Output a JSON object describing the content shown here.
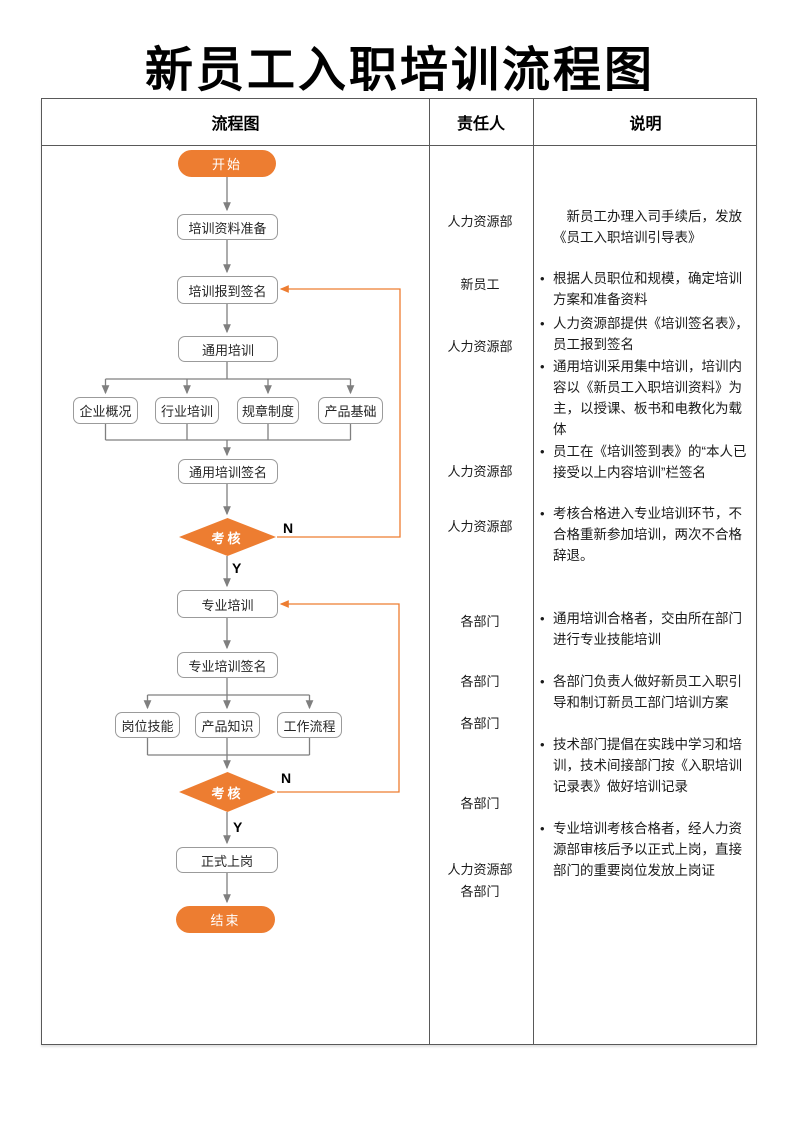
{
  "title": "新员工入职培训流程图",
  "colors": {
    "accent_orange": "#ED7D31",
    "connector_gray": "#7F7F7F",
    "box_border_gray": "#9B9B9B",
    "table_border": "#595959"
  },
  "table": {
    "headers": [
      "流程图",
      "责任人",
      "说明"
    ]
  },
  "flowchart": {
    "yes_label": "Y",
    "no_label": "N",
    "nodes": [
      {
        "id": "start",
        "type": "terminal",
        "label": "开始"
      },
      {
        "id": "material-prep",
        "type": "process",
        "label": "培训资料准备"
      },
      {
        "id": "registration-sign",
        "type": "process",
        "label": "培训报到签名"
      },
      {
        "id": "general-training",
        "type": "process",
        "label": "通用培训"
      },
      {
        "id": "company-overview",
        "type": "process",
        "label": "企业概况"
      },
      {
        "id": "industry-training",
        "type": "process",
        "label": "行业培训"
      },
      {
        "id": "rules-regulations",
        "type": "process",
        "label": "规章制度"
      },
      {
        "id": "product-basics",
        "type": "process",
        "label": "产品基础"
      },
      {
        "id": "general-training-sign",
        "type": "process",
        "label": "通用培训签名"
      },
      {
        "id": "assessment-1",
        "type": "decision",
        "label": "考核"
      },
      {
        "id": "professional-training",
        "type": "process",
        "label": "专业培训"
      },
      {
        "id": "professional-training-sign",
        "type": "process",
        "label": "专业培训签名"
      },
      {
        "id": "job-skills",
        "type": "process",
        "label": "岗位技能"
      },
      {
        "id": "product-knowledge",
        "type": "process",
        "label": "产品知识"
      },
      {
        "id": "work-process",
        "type": "process",
        "label": "工作流程"
      },
      {
        "id": "assessment-2",
        "type": "decision",
        "label": "考核"
      },
      {
        "id": "formal-onboarding",
        "type": "process",
        "label": "正式上岗"
      },
      {
        "id": "end",
        "type": "terminal",
        "label": "结束"
      }
    ]
  },
  "responsible": [
    {
      "label": "人力资源部"
    },
    {
      "label": "新员工"
    },
    {
      "label": "人力资源部"
    },
    {
      "label": "人力资源部"
    },
    {
      "label": "人力资源部"
    },
    {
      "label": "各部门"
    },
    {
      "label": "各部门"
    },
    {
      "label": "各部门"
    },
    {
      "label": "各部门"
    },
    {
      "label": "人力资源部"
    },
    {
      "label": "各部门"
    }
  ],
  "notes": [
    {
      "bullet": "",
      "text": "新员工办理入司手续后，发放《员工入职培训引导表》"
    },
    {
      "bullet": "•",
      "text": "根据人员职位和规模，确定培训方案和准备资料"
    },
    {
      "bullet": "•",
      "text": "人力资源部提供《培训签名表》，员工报到签名"
    },
    {
      "bullet": "•",
      "text": "通用培训采用集中培训，培训内容以《新员工入职培训资料》为主，以授课、板书和电教化为载体"
    },
    {
      "bullet": "•",
      "text": "员工在《培训签到表》的“本人已接受以上内容培训”栏签名"
    },
    {
      "bullet": "•",
      "text": "考核合格进入专业培训环节，不合格重新参加培训，两次不合格辞退。"
    },
    {
      "bullet": "•",
      "text": "通用培训合格者，交由所在部门进行专业技能培训"
    },
    {
      "bullet": "•",
      "text": "各部门负责人做好新员工入职引导和制订新员工部门培训方案"
    },
    {
      "bullet": "•",
      "text": "技术部门提倡在实践中学习和培训，技术间接部门按《入职培训记录表》做好培训记录"
    },
    {
      "bullet": "•",
      "text": "专业培训考核合格者，经人力资源部审核后予以正式上岗，直接部门的重要岗位发放上岗证"
    }
  ]
}
